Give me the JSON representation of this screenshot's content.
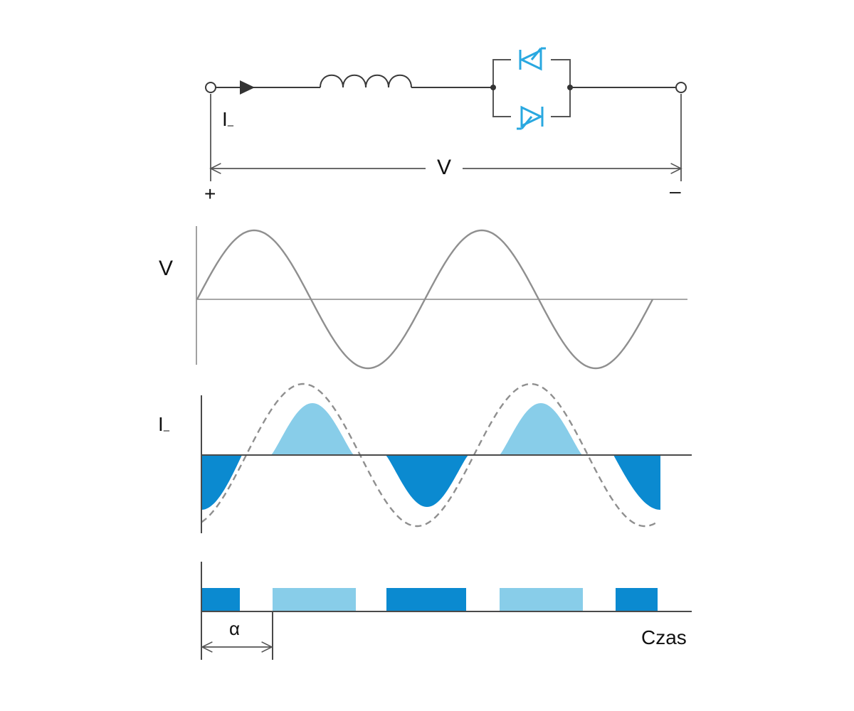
{
  "labels": {
    "current_symbol": "I",
    "current_subscript": "–",
    "voltage": "V",
    "plus": "+",
    "minus": "–",
    "time": "Czas",
    "firing_angle": "α"
  },
  "colors": {
    "wire": "#3a3a3a",
    "wave": "#8f8f8f",
    "axis": "#4a4a4a",
    "thyristor": "#29a8e0",
    "conduct_forward": "#0b8ad0",
    "conduct_reverse": "#88cde9"
  },
  "icons": [
    "inductor-icon",
    "thyristor-forward-icon",
    "thyristor-reverse-icon",
    "current-arrow-icon"
  ],
  "conduction_sequence": [
    "reverse",
    "forward",
    "reverse",
    "forward",
    "reverse"
  ]
}
